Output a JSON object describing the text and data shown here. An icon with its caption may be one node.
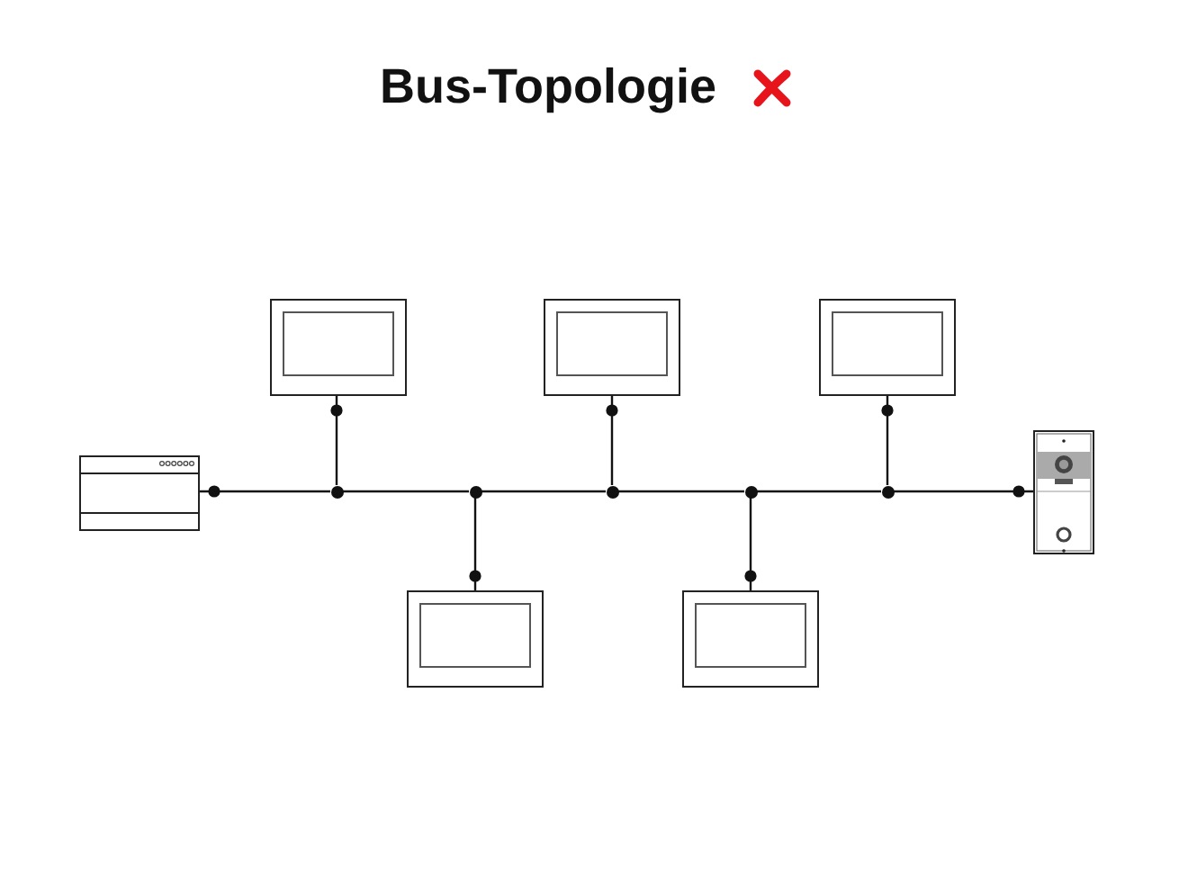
{
  "diagram": {
    "title": "Bus-Topologie",
    "nodes": [
      {
        "text": [],
        "shape": "picture"
      },
      {
        "text": [],
        "shape": "picture"
      },
      {
        "text": [],
        "shape": "picture"
      },
      {
        "text": [],
        "shape": "picture"
      },
      {
        "text": [],
        "shape": "picture"
      },
      {
        "text": [],
        "shape": "picture"
      },
      {
        "text": [],
        "shape": "picture"
      },
      {
        "text": [],
        "shape": "circle"
      },
      {
        "text": [],
        "shape": "circle"
      },
      {
        "text": [],
        "shape": "circle"
      },
      {
        "text": [],
        "shape": "circle"
      },
      {
        "text": [],
        "shape": "circle"
      }
    ],
    "edges": [
      {
        "from": 7,
        "to": 0,
        "arrow": "other"
      },
      {
        "from": 7,
        "to": 8,
        "arrow": "none"
      },
      {
        "from": 8,
        "to": 9,
        "arrow": "none"
      },
      {
        "from": 9,
        "to": 10,
        "arrow": "none"
      },
      {
        "from": 10,
        "to": 11,
        "arrow": "none"
      },
      {
        "from": 11,
        "to": 6,
        "arrow": "other"
      },
      {
        "from": 7,
        "to": 1,
        "arrow": "other"
      },
      {
        "from": 8,
        "to": 4,
        "arrow": "other"
      },
      {
        "from": 9,
        "to": 2,
        "arrow": "other"
      },
      {
        "from": 10,
        "to": 5,
        "arrow": "other"
      },
      {
        "from": 11,
        "to": 3,
        "arrow": "other"
      }
    ]
  }
}
